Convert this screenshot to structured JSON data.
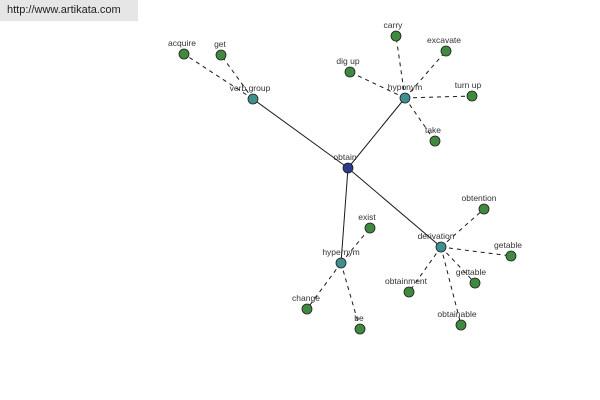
{
  "header": {
    "url": "http://www.artikata.com"
  },
  "graph": {
    "center": "obtain",
    "relations": [
      {
        "id": "verb-group",
        "label": "verb group",
        "children": [
          "acquire",
          "get"
        ]
      },
      {
        "id": "hyponym",
        "label": "hyponym",
        "children": [
          "carry",
          "excavate",
          "dig up",
          "turn up",
          "take"
        ]
      },
      {
        "id": "hypernym",
        "label": "hypernym",
        "children": [
          "exist",
          "change",
          "be"
        ]
      },
      {
        "id": "derivation",
        "label": "derivation",
        "children": [
          "obtention",
          "getable",
          "gettable",
          "obtainment",
          "obtainable"
        ]
      }
    ],
    "colors": {
      "center_node": "#2e3a8c",
      "relation_node": "#3f8f8f",
      "leaf_node": "#3f8a3f",
      "node_border": "#1e1e1e",
      "solid_edge": "#1a1a1a",
      "dashed_edge": "#1a1a1a"
    }
  }
}
